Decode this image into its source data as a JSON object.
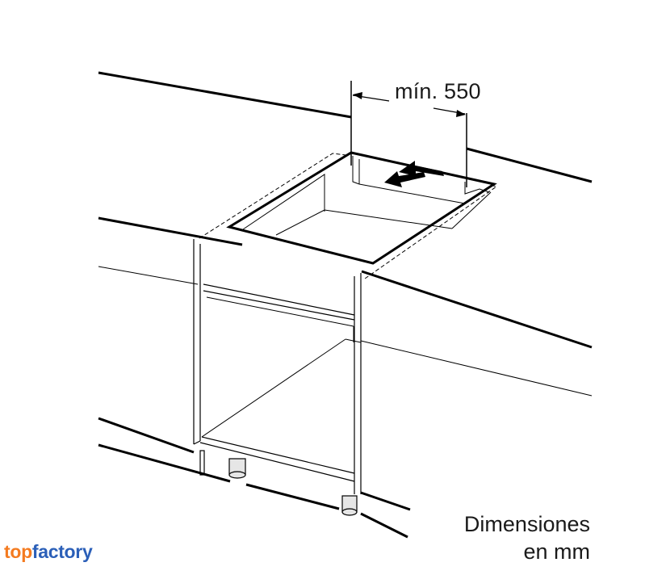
{
  "dimension": {
    "label": "mín. 550"
  },
  "units_note": {
    "line1": "Dimensiones",
    "line2": "en mm"
  },
  "logo": {
    "part1": "top",
    "part2": "factory",
    "colors": {
      "top": "#f47b20",
      "factory": "#2b5fb8"
    }
  },
  "colors": {
    "line": "#000000",
    "leg_fill": "#e6e6e6"
  }
}
